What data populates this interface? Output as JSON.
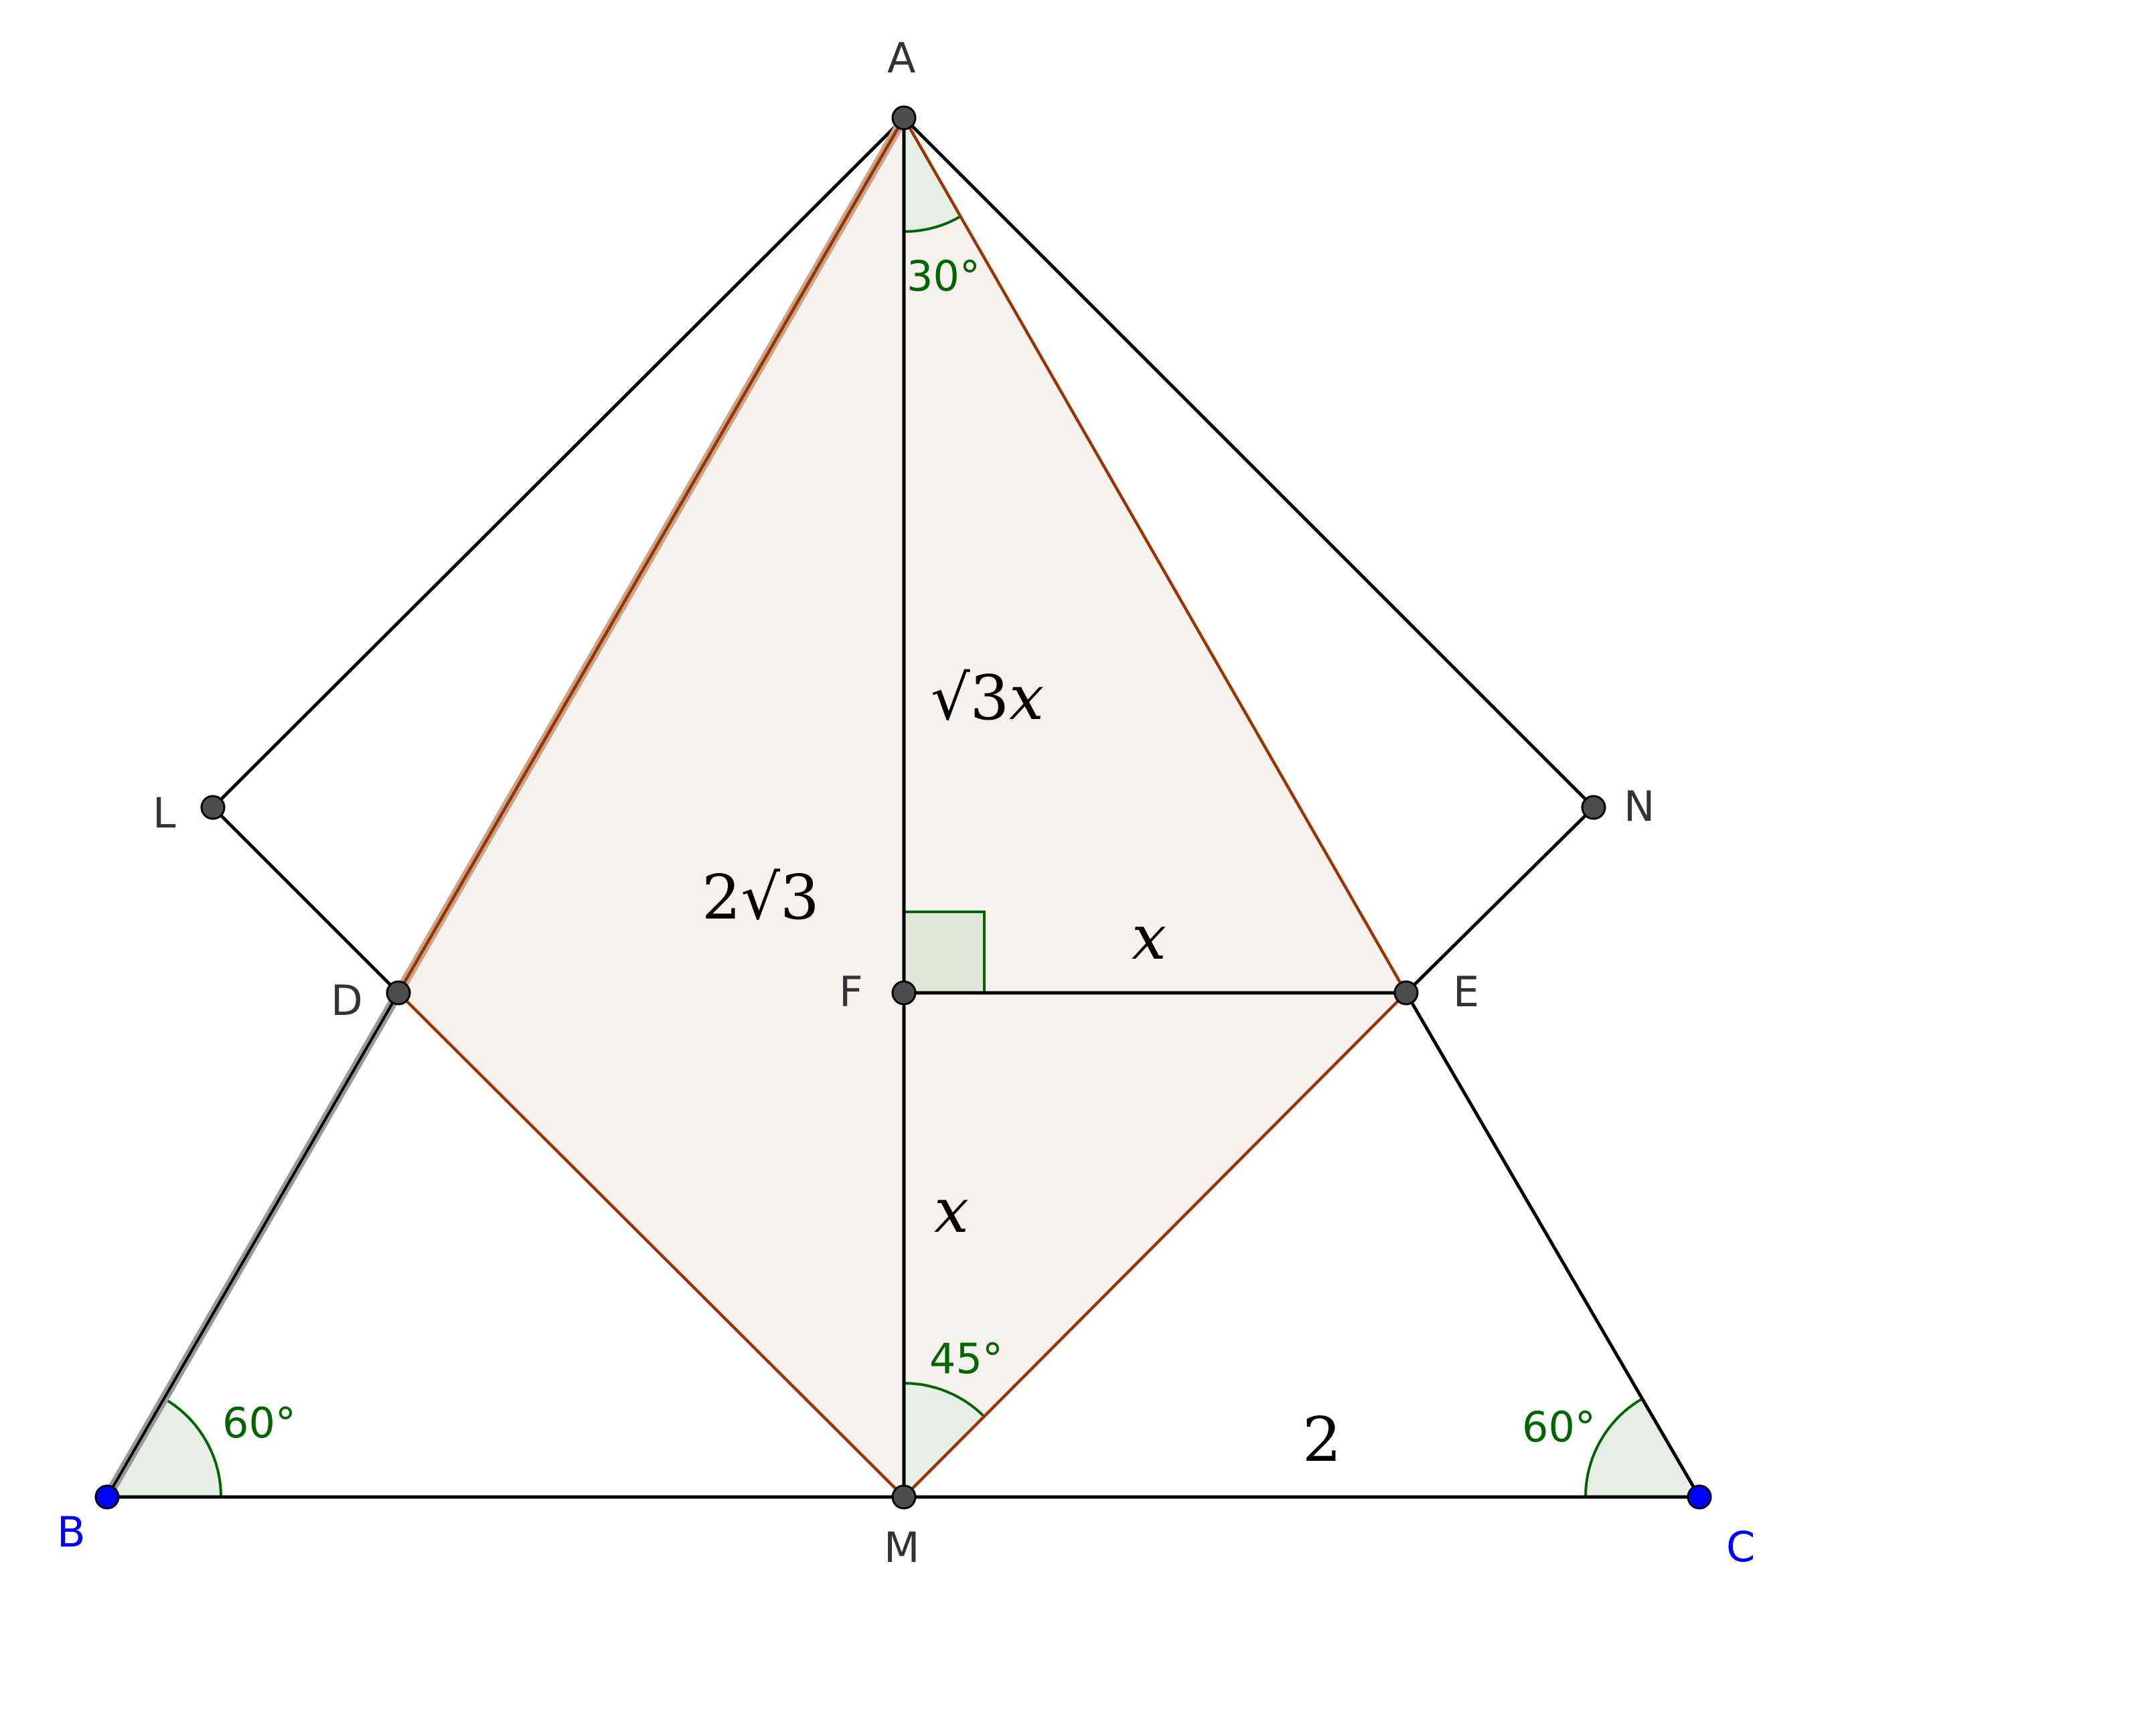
{
  "points": {
    "A": {
      "label": "A",
      "color": "#333333"
    },
    "B": {
      "label": "B",
      "color": "#0000ff"
    },
    "C": {
      "label": "C",
      "color": "#0000ff"
    },
    "D": {
      "label": "D",
      "color": "#333333"
    },
    "E": {
      "label": "E",
      "color": "#333333"
    },
    "F": {
      "label": "F",
      "color": "#333333"
    },
    "L": {
      "label": "L",
      "color": "#333333"
    },
    "M": {
      "label": "M",
      "color": "#333333"
    },
    "N": {
      "label": "N",
      "color": "#333333"
    }
  },
  "angles": {
    "A": "30°",
    "B": "60°",
    "C": "60°",
    "M": "45°"
  },
  "lengths": {
    "AF_prefix": "√3",
    "AF_var": "x",
    "AD_coef": "2",
    "AD_root": "√3",
    "FE": "x",
    "FM": "x",
    "MC": "2"
  },
  "colors": {
    "kite_fill": "#f6f1ec",
    "kite_edge": "#993300",
    "angle_fill": "#e6efe6",
    "angle_stroke": "#006400",
    "line": "#000000",
    "point_gray": "#4d4d4d",
    "point_blue": "#0000ff"
  }
}
